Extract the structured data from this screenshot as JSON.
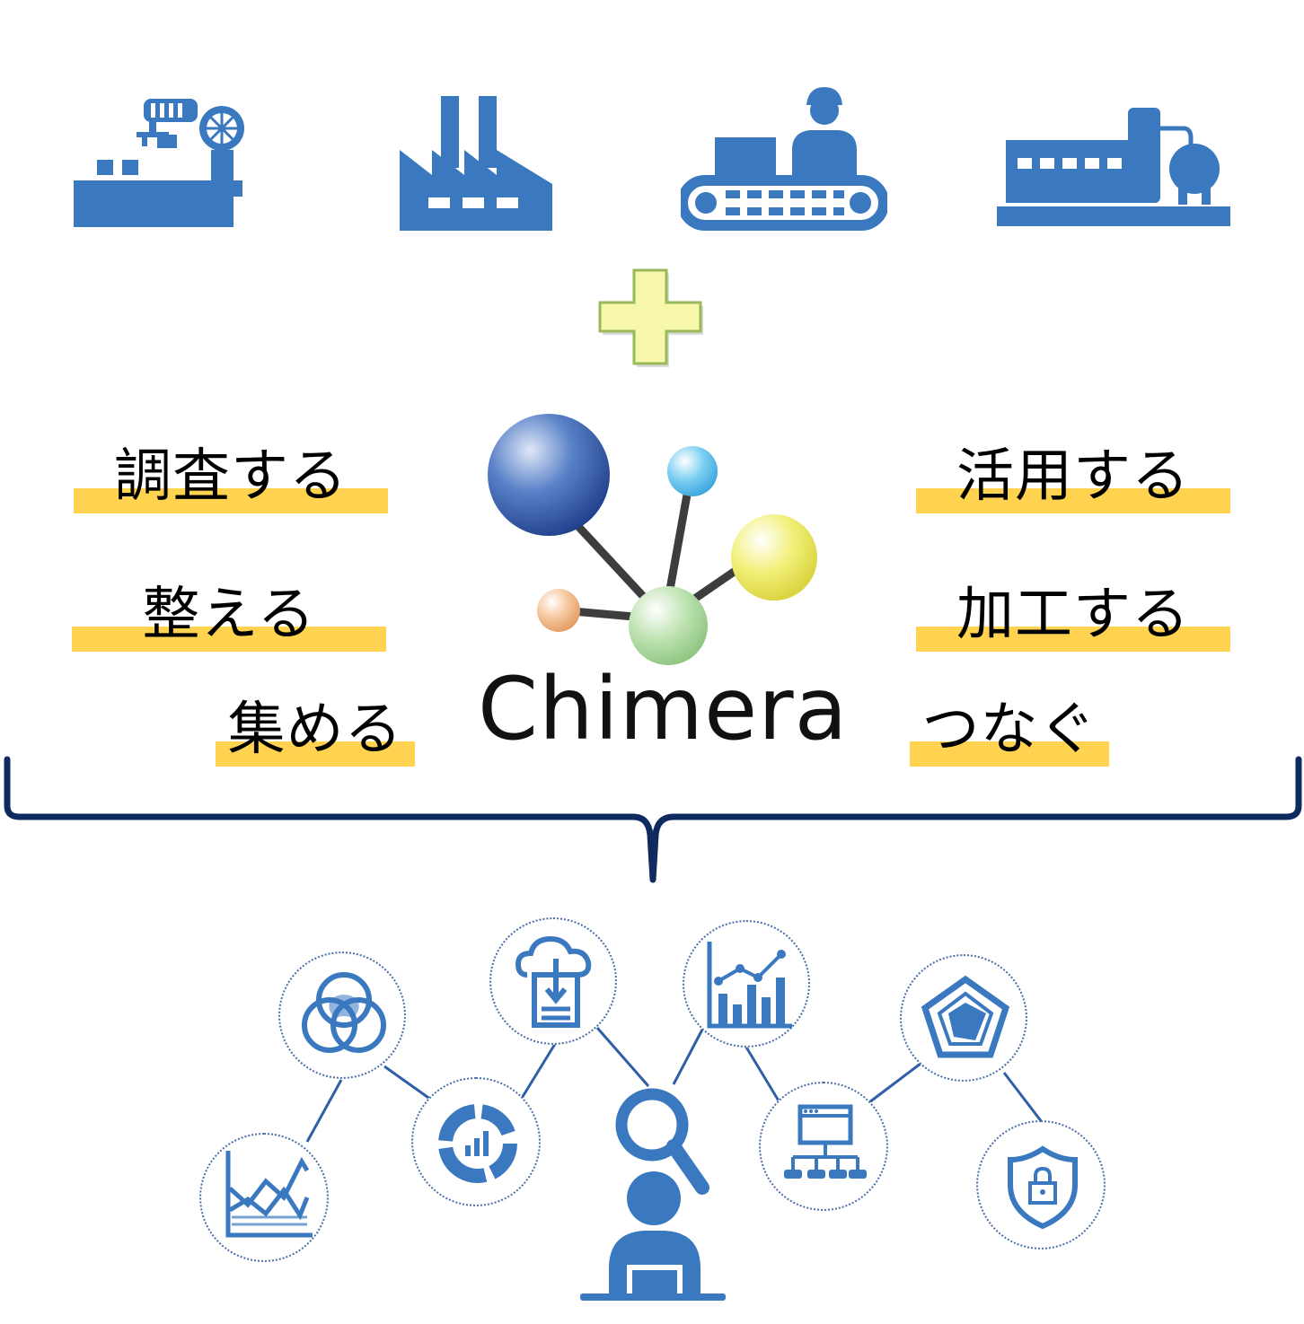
{
  "verbs": {
    "survey": "調査する",
    "arrange": "整える",
    "collect": "集める",
    "utilize": "活用する",
    "process": "加工する",
    "connect": "つなぐ"
  },
  "logo": {
    "name": "Chimera"
  },
  "colors": {
    "icon_blue": "#3a78bf",
    "highlight_yellow": "#ffd24f",
    "plus_fill": "#f6f7a8",
    "plus_border": "#98b85a",
    "brace": "#0e2a5e",
    "node_border": "#4a6ea8"
  },
  "icons": {
    "top_row": [
      "robot-arm-icon",
      "factory-icon",
      "conveyor-worker-icon",
      "industrial-machine-icon"
    ],
    "plus": "plus-icon",
    "network": [
      "venn-diagram-icon",
      "cloud-download-document-icon",
      "bar-line-chart-icon",
      "radar-chart-icon",
      "area-chart-icon",
      "donut-chart-icon",
      "sitemap-icon",
      "security-shield-icon",
      "analyst-search-icon"
    ]
  }
}
